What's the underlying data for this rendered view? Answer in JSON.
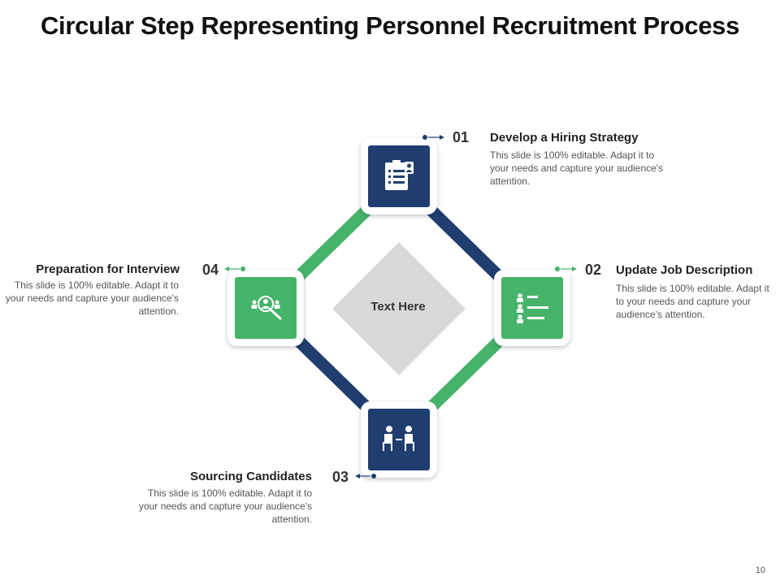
{
  "title": "Circular Step Representing Personnel Recruitment Process",
  "center_label": "Text Here",
  "steps": [
    {
      "number": "01",
      "title": "Develop a Hiring Strategy",
      "description": "This slide is 100% editable. Adapt it to your needs and capture your audience's attention.",
      "icon": "clipboard-checklist-icon",
      "color": "#1f3d6e"
    },
    {
      "number": "02",
      "title": "Update Job Description",
      "description": "This slide is 100% editable. Adapt it to your needs and capture your audience's attention.",
      "icon": "people-list-icon",
      "color": "#46b36a"
    },
    {
      "number": "03",
      "title": "Sourcing Candidates",
      "description": "This slide is 100% editable. Adapt it to your needs and capture your audience's attention.",
      "icon": "interview-seated-people-icon",
      "color": "#1f3d6e"
    },
    {
      "number": "04",
      "title": "Preparation for Interview",
      "description": "This slide is 100% editable. Adapt it to your needs and capture your audience's attention.",
      "icon": "search-candidates-icon",
      "color": "#46b36a"
    }
  ],
  "colors": {
    "navy": "#1f3d6e",
    "green": "#46b36a",
    "center_diamond": "#d9d9d9"
  },
  "page_number": "10"
}
